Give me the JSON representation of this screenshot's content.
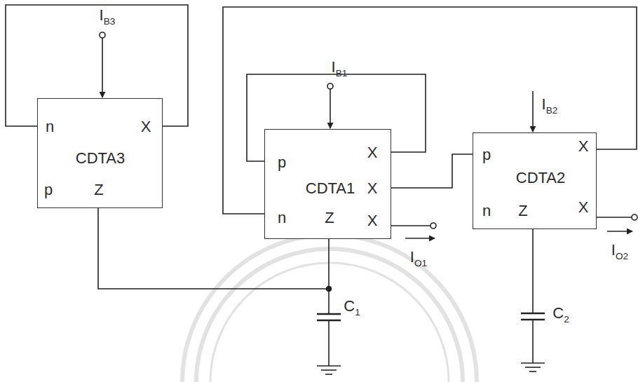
{
  "diagram": {
    "nodes": [
      {
        "text": [
          "n",
          "X",
          "CDTA3",
          "p",
          "Z"
        ]
      },
      {
        "text": [
          "p",
          "X",
          "CDTA1",
          "X",
          "n",
          "Z",
          "X"
        ]
      },
      {
        "text": [
          "p",
          "X",
          "CDTA2",
          "n",
          "Z",
          "X"
        ]
      }
    ],
    "edges": [
      {
        "from": 1,
        "to": 2,
        "arrow": "none"
      },
      {
        "from": 2,
        "to": 1,
        "arrow": "none"
      },
      {
        "from": 0,
        "to": 1,
        "arrow": "none"
      }
    ],
    "labels": [
      "IB3",
      "IB1",
      "IB2",
      "IO1",
      "IO2",
      "C1",
      "C2"
    ]
  }
}
